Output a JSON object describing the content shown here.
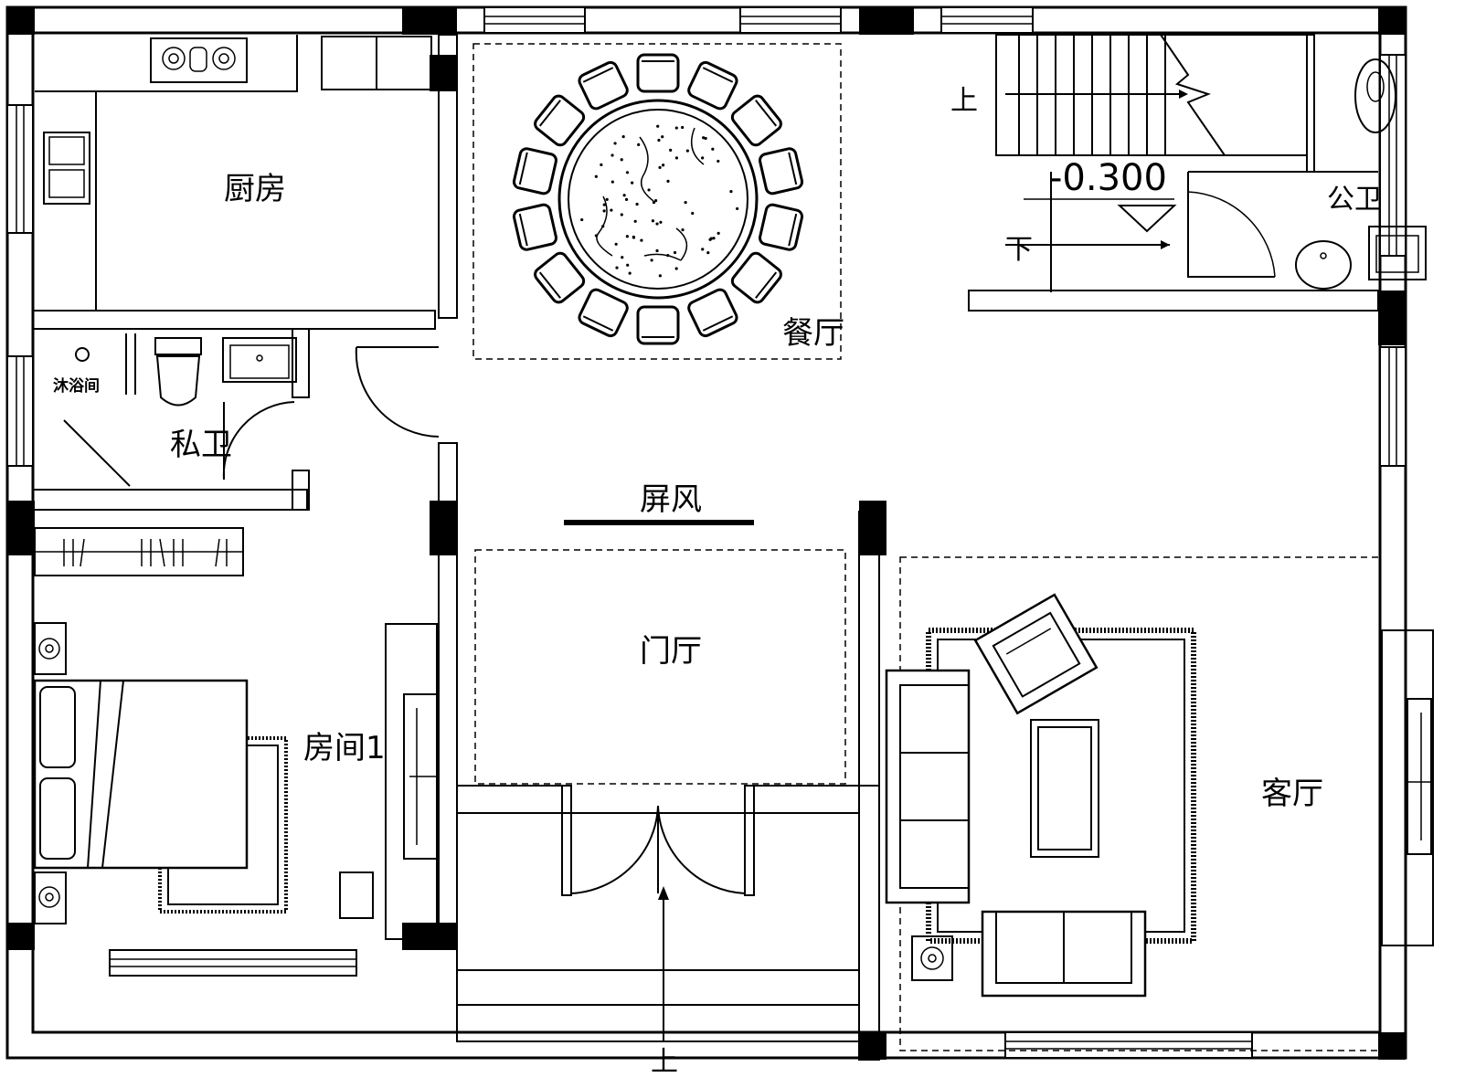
{
  "labels": {
    "kitchen": "厨房",
    "dining": "餐厅",
    "public_bath": "公卫",
    "shower": "沐浴间",
    "private_bath": "私卫",
    "screen": "屏风",
    "foyer": "门厅",
    "room1": "房间1",
    "living": "客厅",
    "stair_up": "上",
    "stair_down": "下",
    "elevation": "-0.300",
    "entry_up": "上"
  }
}
